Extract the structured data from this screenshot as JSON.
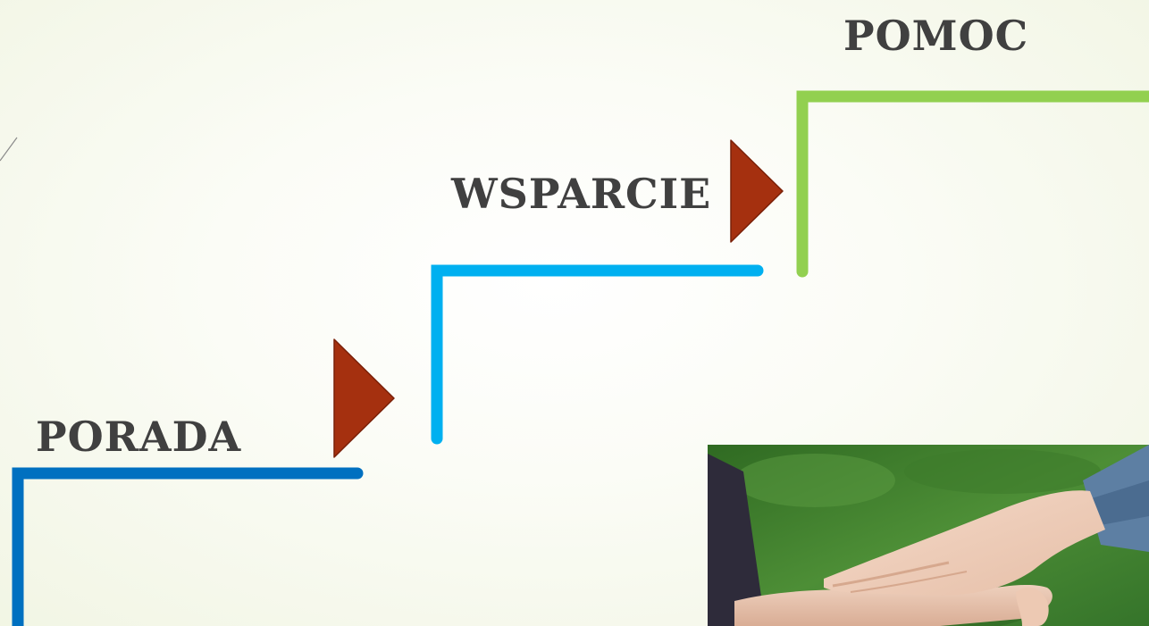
{
  "steps": [
    {
      "label": "PORADA",
      "color": "#0070c0"
    },
    {
      "label": "WSPARCIE",
      "color": "#00b0f0"
    },
    {
      "label": "POMOC",
      "color": "#92d050"
    }
  ],
  "arrow_color": "#a5300f",
  "photo": {
    "icon": "holding-hands-photo"
  }
}
